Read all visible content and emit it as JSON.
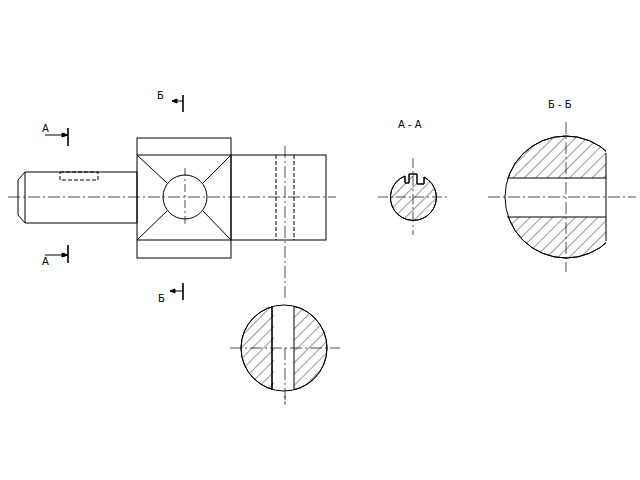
{
  "diagram": {
    "labels": [
      "Б",
      "А",
      "А",
      "Б",
      "А - А",
      "Б - Б"
    ]
  }
}
